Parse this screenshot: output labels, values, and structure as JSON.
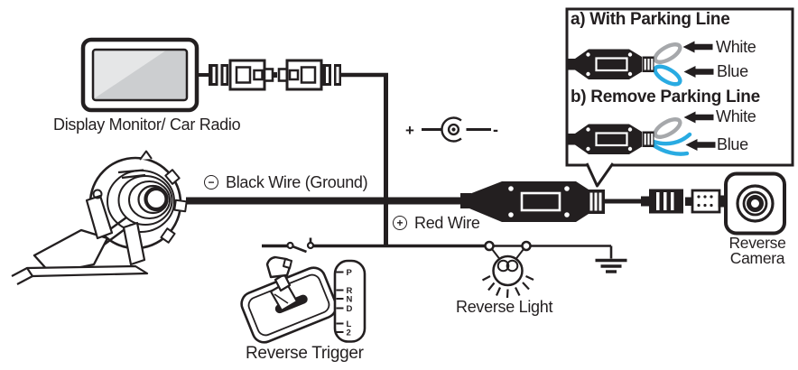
{
  "colors": {
    "ink": "#231F20",
    "blue_wire": "#29ABE2",
    "white_wire": "#A6A8AB",
    "screen": "#CCCED0",
    "screen_highlight": "#E5E6E7"
  },
  "labels": {
    "display_monitor": "Display Monitor/ Car Radio",
    "black_wire": "Black Wire (Ground)",
    "black_wire_polarity": "−",
    "red_wire": "Red Wire",
    "red_wire_polarity": "+",
    "reverse_trigger": "Reverse Trigger",
    "reverse_light": "Reverse Light",
    "reverse_camera_line1": "Reverse",
    "reverse_camera_line2": "Camera"
  },
  "power_plug_polarity": {
    "plus": "+",
    "minus": "-"
  },
  "callout": {
    "section_a_title": "a) With Parking Line",
    "section_b_title": "b) Remove Parking Line",
    "white_label": "White",
    "blue_label": "Blue"
  },
  "gear_indicator": {
    "letters": [
      "P",
      "R",
      "N",
      "D",
      "L",
      "2"
    ]
  }
}
